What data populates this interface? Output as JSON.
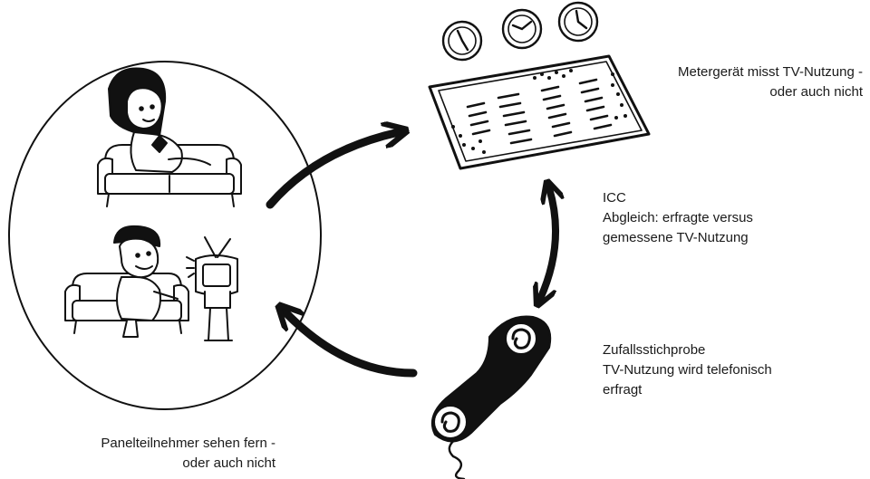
{
  "diagram": {
    "nodes": {
      "panel": {
        "caption_line1": "Panelteilnehmer sehen fern -",
        "caption_line2": "oder auch nicht",
        "icon": "viewers-on-sofas-illustration"
      },
      "meter": {
        "caption_line1": "Metergerät misst TV-Nutzung -",
        "caption_line2": "oder auch nicht",
        "icon": "tv-meter-device-illustration"
      },
      "phone": {
        "caption_line1": "Zufallsstichprobe",
        "caption_line2": "TV-Nutzung wird telefonisch",
        "caption_line3": "erfragt",
        "icon": "telephone-handset-illustration"
      }
    },
    "comparison": {
      "caption_line1": "ICC",
      "caption_line2": "Abgleich: erfragte versus",
      "caption_line3": "gemessene TV-Nutzung",
      "icon": "double-headed-arrow"
    },
    "edges": [
      {
        "from": "panel",
        "to": "meter",
        "kind": "arrow"
      },
      {
        "from": "phone",
        "to": "panel",
        "kind": "arrow"
      },
      {
        "from": "meter",
        "to": "phone",
        "kind": "bidirectional-arrow"
      }
    ],
    "colors": {
      "ink": "#111111",
      "text": "#1a1a1a",
      "background": "#ffffff"
    }
  }
}
